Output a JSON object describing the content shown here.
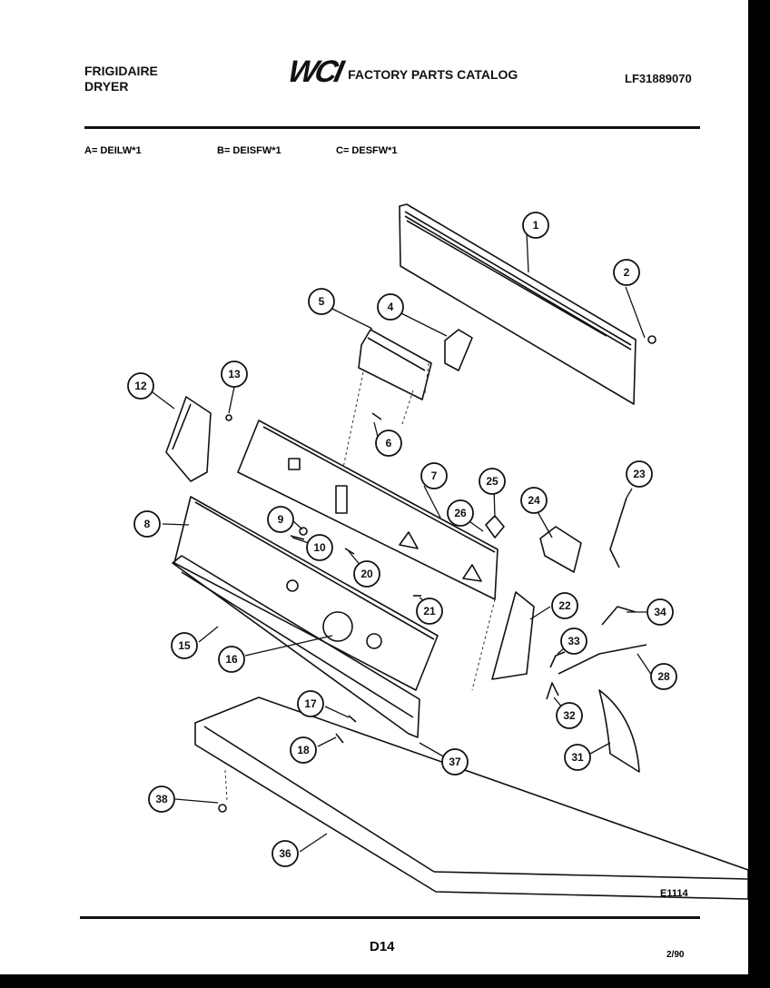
{
  "header": {
    "brand_line1": "FRIGIDAIRE",
    "brand_line2": "DRYER",
    "logo_text": "WCI",
    "catalog_title": "FACTORY PARTS CATALOG",
    "catalog_number": "LF31889070"
  },
  "models": {
    "a": "A= DEILW*1",
    "b": "B= DEISFW*1",
    "c": "C= DESFW*1"
  },
  "callouts": [
    "1",
    "2",
    "4",
    "5",
    "6",
    "7",
    "8",
    "9",
    "10",
    "12",
    "13",
    "15",
    "16",
    "17",
    "18",
    "20",
    "21",
    "22",
    "23",
    "24",
    "25",
    "26",
    "28",
    "31",
    "32",
    "33",
    "34",
    "36",
    "37",
    "38"
  ],
  "footer": {
    "figure_code": "E1114",
    "page_number": "D14",
    "date": "2/90"
  }
}
